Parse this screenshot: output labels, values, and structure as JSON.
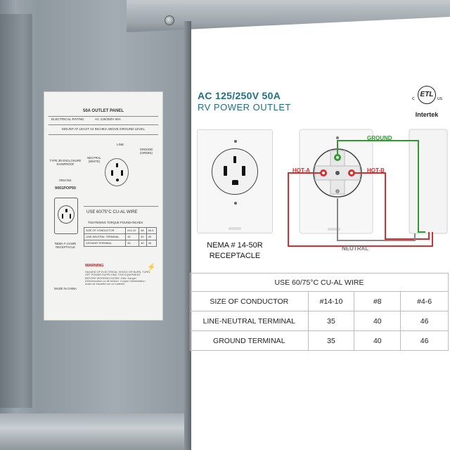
{
  "heading": {
    "line1": "AC  125/250V  50A",
    "line2": "RV POWER OUTLET"
  },
  "certification": {
    "mark": "ETL",
    "c": "C",
    "us": "US",
    "brand": "Intertek"
  },
  "receptacle": {
    "line1": "NEMA # 14-50R",
    "line2": "RECEPTACLE"
  },
  "wiring": {
    "ground": "GROUND",
    "hot_a": "HOT-A",
    "hot_b": "HOT-B",
    "neutral": "NEUTRAL",
    "colors": {
      "ground": "#2f9a2f",
      "hot": "#d23131",
      "neutral": "#888888"
    }
  },
  "spec_table": {
    "title": "USE  60/75°C CU-AL WIRE",
    "header": [
      "SIZE OF CONDUCTOR",
      "#14-10",
      "#8",
      "#4-6"
    ],
    "rows": [
      [
        "LINE-NEUTRAL TERMINAL",
        "35",
        "40",
        "46"
      ],
      [
        "GROUND TERMINAL",
        "35",
        "40",
        "46"
      ]
    ]
  },
  "panel_label": {
    "title": "50A OUTLET PANEL",
    "rating_label": "ELECTRICAL RATING",
    "rating_value": "AC  125/250V  50A",
    "mount": "MOUNT AT LEAST 24 INCHES ABOVE GROUND LEVEL",
    "line": "LINE",
    "ground": "GROUND (GREEN)",
    "neutral": "NEUTRAL (WHITE)",
    "enclosure_type": "TYPE 3R ENCLOSURE RAINPROOF",
    "item_no": "ITEM NO.",
    "model": "9001POP50",
    "nema": "NEMA # 14-50R RECEPTACLE",
    "wire": "USE  60/75°C CU-AL WIRE",
    "torque": "TIGHTENING TORQUE   POUND-INCHES",
    "table": [
      [
        "SIZE OF CONDUCTOR",
        "#14-10",
        "#8",
        "#6-4"
      ],
      [
        "LINE-NEUTRAL TERMINAL",
        "35",
        "40",
        "45"
      ],
      [
        "GROUND TERMINAL",
        "35",
        "40",
        "45"
      ]
    ],
    "warning_title": "WARNING",
    "warning_text": "HAZARD OF ELECTRICAL SHOCK OR BURN. TURN OFF POWER SUPPLYING THIS EQUIPMENT BEFORE WORKING INSIDE. Risk: Danger d'électrocution ou de brûlure. Couper l'alimentation avant de travailler sur ce matériel.",
    "made_in": "MADE IN CHINA"
  }
}
